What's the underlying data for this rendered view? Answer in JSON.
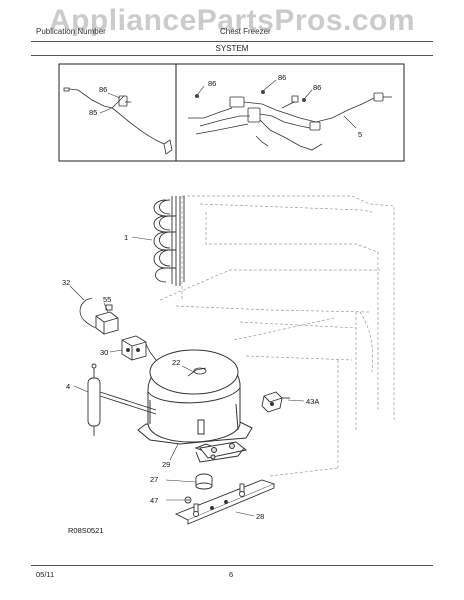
{
  "watermark": "AppliancePartsPros.com",
  "header": {
    "left": "Publication Number",
    "right": "Chest Freezer",
    "section": "SYSTEM"
  },
  "inset": {
    "left_labels": [
      "86",
      "85"
    ],
    "right_labels": [
      "86",
      "86",
      "86",
      "5"
    ]
  },
  "callouts": [
    "1",
    "32",
    "55",
    "30",
    "22",
    "4",
    "43A",
    "29",
    "27",
    "47",
    "28"
  ],
  "drawing_code": "R08S0521",
  "footer": {
    "date": "05/11",
    "page": "6"
  }
}
